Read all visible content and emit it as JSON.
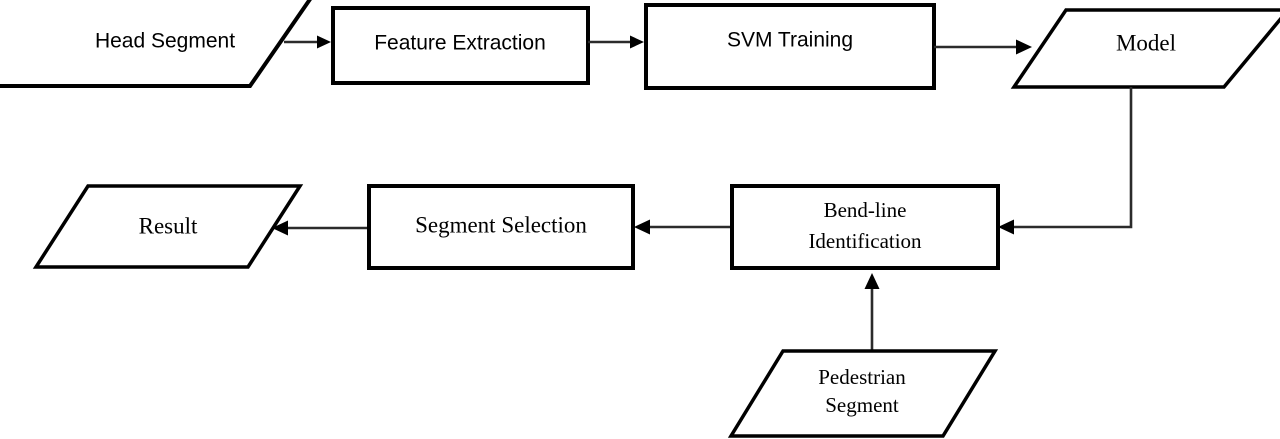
{
  "diagram": {
    "title": "Head Segment Pedestrian Bend-line Flowchart",
    "background_color": "#ffffff",
    "stroke_color": "#000000",
    "connector_color": "#2b2b2b",
    "nodes": {
      "head_segment": {
        "label": "Head Segment",
        "shape": "parallelogram"
      },
      "feature_extraction": {
        "label": "Feature Extraction",
        "shape": "rectangle"
      },
      "svm_training": {
        "label": "SVM Training",
        "shape": "rectangle"
      },
      "model": {
        "label": "Model",
        "shape": "parallelogram"
      },
      "bend_line_identification": {
        "label_line1": "Bend-line",
        "label_line2": "Identification",
        "shape": "rectangle"
      },
      "segment_selection": {
        "label": "Segment  Selection",
        "shape": "rectangle"
      },
      "result": {
        "label": "Result",
        "shape": "parallelogram"
      },
      "pedestrian_segment": {
        "label_line1": "Pedestrian",
        "label_line2": "Segment",
        "shape": "parallelogram"
      }
    },
    "edges": [
      {
        "from": "head_segment",
        "to": "feature_extraction",
        "direction": "right"
      },
      {
        "from": "feature_extraction",
        "to": "svm_training",
        "direction": "right"
      },
      {
        "from": "svm_training",
        "to": "model",
        "direction": "right"
      },
      {
        "from": "model",
        "to": "bend_line_identification",
        "direction": "down-left"
      },
      {
        "from": "bend_line_identification",
        "to": "segment_selection",
        "direction": "left"
      },
      {
        "from": "segment_selection",
        "to": "result",
        "direction": "left"
      },
      {
        "from": "pedestrian_segment",
        "to": "bend_line_identification",
        "direction": "up"
      }
    ]
  }
}
